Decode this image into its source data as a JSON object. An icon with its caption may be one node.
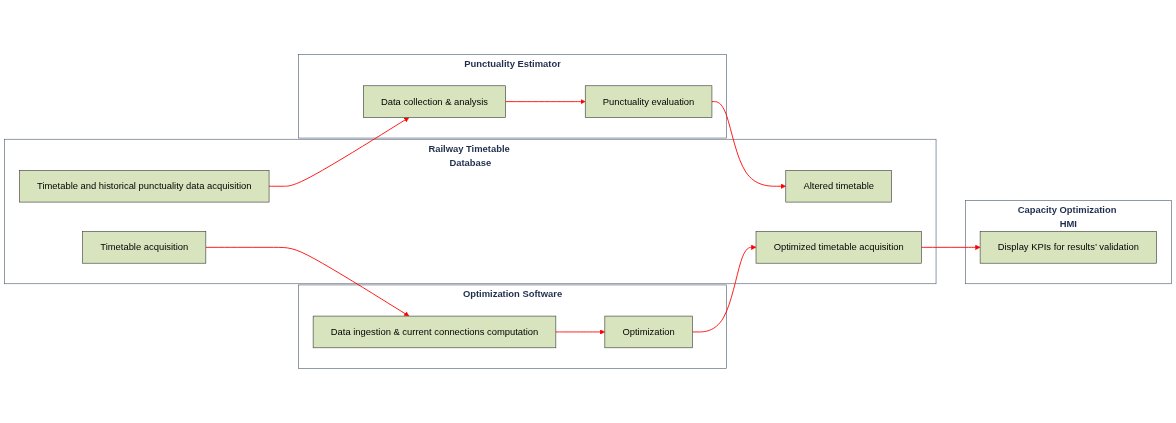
{
  "diagram": {
    "nodes": [
      {
        "text": [
          "Punctuality Estimator"
        ]
      },
      {
        "text": [
          "Data collection & analysis"
        ],
        "in": 0
      },
      {
        "text": [
          "Punctuality evaluation"
        ],
        "in": 0
      },
      {
        "text": [
          "Optimization Software"
        ]
      },
      {
        "text": [
          "Data ingestion & current connections computation"
        ],
        "in": 3
      },
      {
        "text": [
          "Optimization"
        ],
        "in": 3
      },
      {
        "text": [
          "Railway Timetable Database"
        ]
      },
      {
        "text": [
          "Timetable and historical punctuality data acquisition"
        ],
        "in": 6
      },
      {
        "text": [
          "Altered timetable"
        ],
        "in": 6
      },
      {
        "text": [
          "Timetable acquisition"
        ],
        "in": 6
      },
      {
        "text": [
          "Optimized timetable acquisition"
        ],
        "in": 6
      },
      {
        "text": [
          "Capacity Optimization HMI"
        ]
      },
      {
        "text": [
          "Display KPIs for results’ validation"
        ],
        "in": 11
      }
    ],
    "edges": [
      {
        "from": 1,
        "to": 2,
        "arrow": "to"
      },
      {
        "from": 7,
        "to": 1,
        "arrow": "to"
      },
      {
        "from": 2,
        "to": 8,
        "arrow": "to"
      },
      {
        "from": 9,
        "to": 4,
        "arrow": "to"
      },
      {
        "from": 4,
        "to": 5,
        "arrow": "to"
      },
      {
        "from": 5,
        "to": 10,
        "arrow": "to"
      },
      {
        "from": 10,
        "to": 12,
        "arrow": "to"
      }
    ]
  }
}
